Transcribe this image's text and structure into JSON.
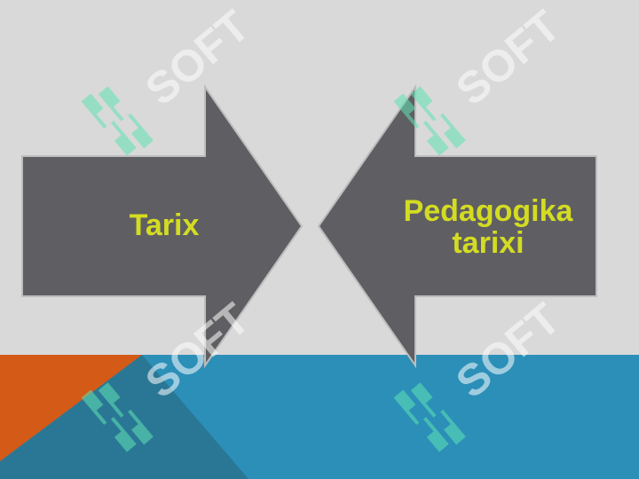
{
  "slide": {
    "left_arrow_label": "Tarix",
    "right_arrow_label": "Pedagogika\ntarixi",
    "watermark_text": "SOFT",
    "watermark_icon": "soft-logo-icon"
  },
  "colors": {
    "background_top": "#d9d9d9",
    "band_blue": "#2b8fb8",
    "band_orange": "#d35a17",
    "band_dark_triangle": "#2a7795",
    "arrow_fill": "#5f5f63",
    "arrow_stroke": "#bdbdbd",
    "label_color": "#d4dc22",
    "watermark_green": "#5fe3b3",
    "watermark_white": "#ffffff"
  }
}
